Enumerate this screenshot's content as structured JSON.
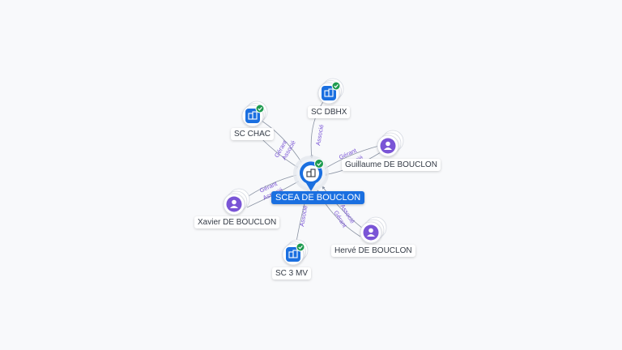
{
  "colors": {
    "background": "#f8f9fb",
    "company": "#1a6fe0",
    "person": "#7a55d6",
    "verified": "#1e9b4f",
    "edge": "#8a93a3"
  },
  "nodes": {
    "center": {
      "label": "SCEA DE BOUCLON",
      "icon": "building-icon",
      "verified": true
    },
    "sc_chac": {
      "label": "SC CHAC",
      "icon": "building-icon",
      "verified": true
    },
    "sc_dbhx": {
      "label": "SC DBHX",
      "icon": "building-icon",
      "verified": true
    },
    "sc_3mv": {
      "label": "SC 3 MV",
      "icon": "building-icon",
      "verified": true
    },
    "guillaume": {
      "label": "Guillaume DE BOUCLON",
      "icon": "person-icon"
    },
    "xavier": {
      "label": "Xavier DE BOUCLON",
      "icon": "person-icon"
    },
    "herve": {
      "label": "Hervé DE BOUCLON",
      "icon": "person-icon"
    }
  },
  "edge_labels": {
    "chac_1": "Gérant",
    "chac_2": "Associé",
    "dbhx": "Associé",
    "guillaume_1": "Gérant",
    "guillaume_2": "Associé",
    "xavier_1": "Gérant",
    "xavier_2": "Associé",
    "herve_1": "Gérant",
    "herve_2": "Associé",
    "sc3mv": "Associé"
  }
}
